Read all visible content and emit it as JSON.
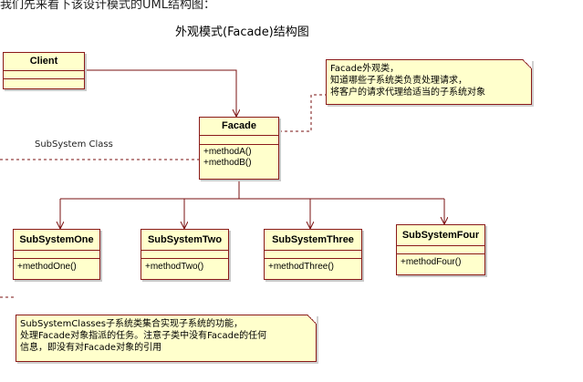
{
  "header_text": "我们先来看下该设计模式的UML结构图：",
  "title": "外观模式(Facade)结构图",
  "subsystem_label": "SubSystem Class",
  "colors": {
    "box_fill": "#ffffcc",
    "border": "#8a1a1a",
    "line": "#7a1010"
  },
  "classes": {
    "client": {
      "name": "Client"
    },
    "facade": {
      "name": "Facade",
      "ops": [
        "+methodA()",
        "+methodB()"
      ]
    },
    "one": {
      "name": "SubSystemOne",
      "ops": [
        "+methodOne()"
      ]
    },
    "two": {
      "name": "SubSystemTwo",
      "ops": [
        "+methodTwo()"
      ]
    },
    "three": {
      "name": "SubSystemThree",
      "ops": [
        "+methodThree()"
      ]
    },
    "four": {
      "name": "SubSystemFour",
      "ops": [
        "+methodFour()"
      ]
    }
  },
  "notes": {
    "facade": [
      "Facade外观类，",
      "知道哪些子系统类负责处理请求，",
      "将客户的请求代理给适当的子系统对象"
    ],
    "subsystem": [
      "SubSystemClasses子系统类集合实现子系统的功能，",
      "处理Facade对象指派的任务。注意子类中没有Facade的任何",
      "信息，即没有对Facade对象的引用"
    ]
  }
}
